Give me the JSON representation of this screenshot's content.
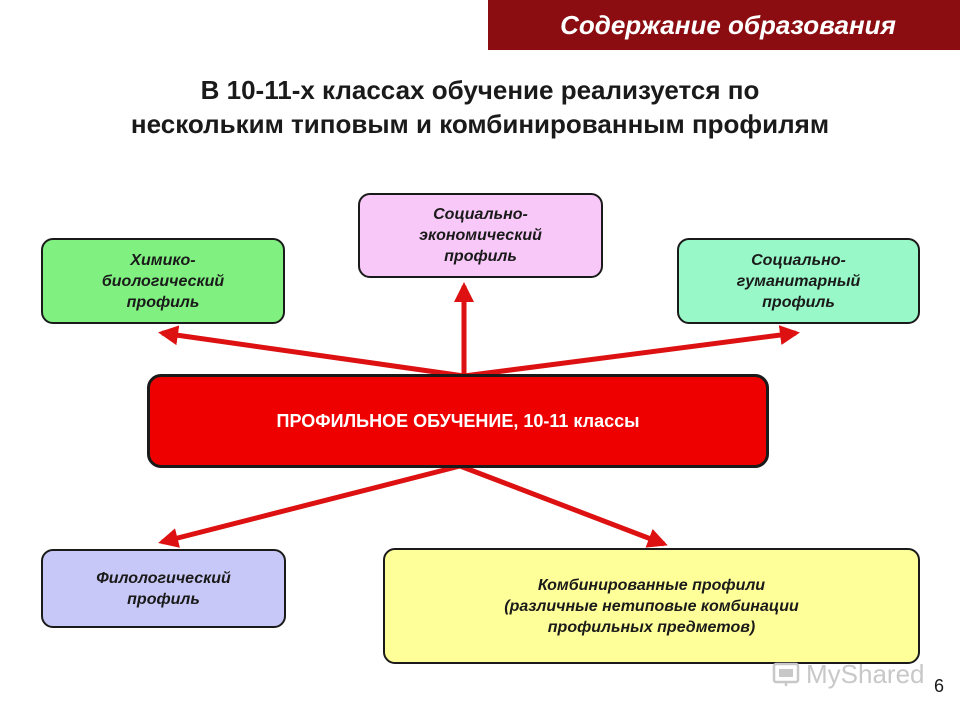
{
  "banner": {
    "text": "Содержание образования"
  },
  "heading": {
    "line1": "В 10-11-х классах обучение реализуется по",
    "line2": "нескольким типовым и комбинированным профилям"
  },
  "center": {
    "label": "ПРОФИЛЬНОЕ ОБУЧЕНИЕ, 10-11 классы"
  },
  "profiles": {
    "himbio": {
      "lines": [
        "Химико-",
        "биологический",
        "профиль"
      ]
    },
    "socec": {
      "lines": [
        "Социально-",
        "экономический",
        "профиль"
      ]
    },
    "socgum": {
      "lines": [
        "Социально-",
        "гуманитарный",
        "профиль"
      ]
    },
    "filol": {
      "lines": [
        "Филологический",
        "профиль"
      ]
    },
    "comb": {
      "lines": [
        "Комбинированные профили",
        "(различные нетиповые комбинации",
        "профильных предметов)"
      ]
    }
  },
  "watermark": {
    "text": "MyShared",
    "icon": "myshared-logo-icon"
  },
  "page_number": "6",
  "colors": {
    "banner": "#8b0d12",
    "arrow": "#dd1111",
    "center_box": "#ee0000",
    "himbio_box": "#80f080",
    "socec_box": "#f8c8f8",
    "socgum_box": "#98f8c8",
    "filol_box": "#c8c8f8",
    "comb_box": "#ffff99"
  }
}
